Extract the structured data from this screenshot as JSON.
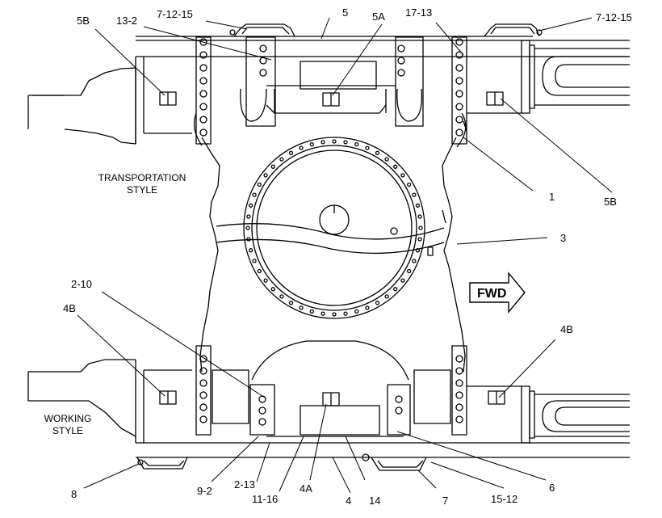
{
  "callouts": {
    "c_5b_top_left": "5B",
    "c_13_2": "13-2",
    "c_7_12_15_left": "7-12-15",
    "c_5": "5",
    "c_5a": "5A",
    "c_17_13": "17-13",
    "c_7_12_15_right": "7-12-15",
    "c_1": "1",
    "c_5b_right": "5B",
    "c_3": "3",
    "c_2_10": "2-10",
    "c_4b_left": "4B",
    "c_4b_right": "4B",
    "c_6": "6",
    "c_8": "8",
    "c_9_2": "9-2",
    "c_2_13": "2-13",
    "c_11_16": "11-16",
    "c_4a": "4A",
    "c_4": "4",
    "c_14": "14",
    "c_7": "7",
    "c_15_12": "15-12"
  },
  "notes": {
    "transport_line1": "TRANSPORTATION",
    "transport_line2": "STYLE",
    "working_line1": "WORKING",
    "working_line2": "STYLE"
  },
  "fwd_label": "FWD",
  "colors": {
    "line": "#000000",
    "background": "#ffffff"
  }
}
